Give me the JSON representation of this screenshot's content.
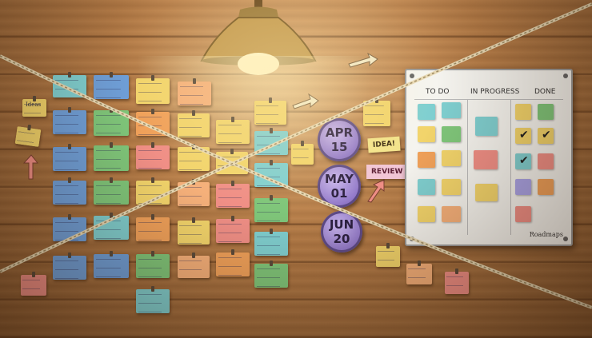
{
  "calendar_badges": [
    {
      "month": "APR",
      "day": "15"
    },
    {
      "month": "MAY",
      "day": "01"
    },
    {
      "month": "JUN",
      "day": "20"
    }
  ],
  "tags": {
    "idea": "IDEA!",
    "review": "REVIEW"
  },
  "board": {
    "columns": [
      "TO DO",
      "IN PROGRESS",
      "DONE"
    ],
    "footer": "Roadmaps"
  },
  "left_note_label": "Ideas",
  "colors": {
    "blue": "#6f9fd8",
    "green": "#7fc67a",
    "orange": "#f0a15a",
    "yellow": "#f2d46b",
    "pink": "#f08f86",
    "teal": "#7fcfd0",
    "lavender": "#a9a3e6",
    "wood": "#b47a45"
  }
}
